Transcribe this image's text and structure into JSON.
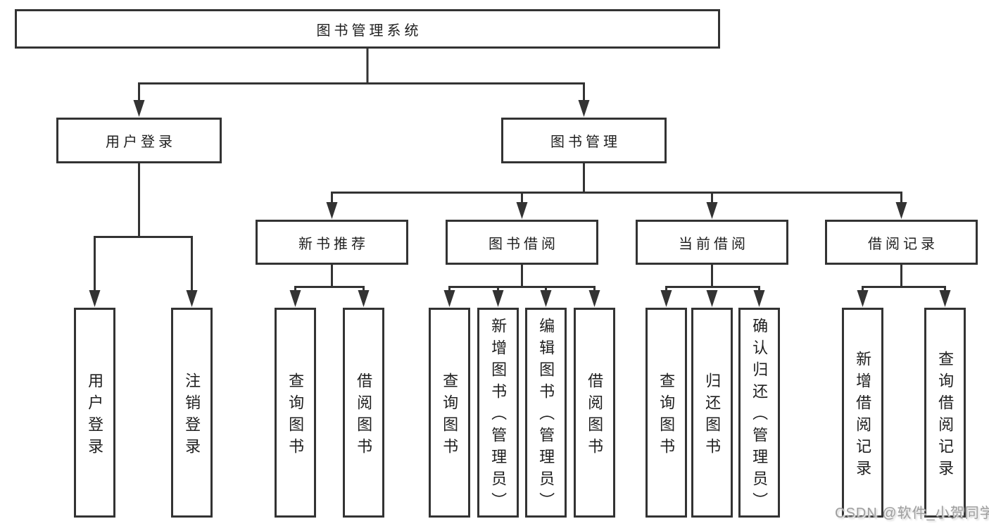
{
  "colors": {
    "line": "#333333",
    "node_border": "#333333",
    "text": "#1f1f1f",
    "watermark": "#9e9e9e",
    "background": "#ffffff"
  },
  "diagram": {
    "type": "hierarchy-tree",
    "root": {
      "label": "图书管理系统"
    },
    "branches": [
      {
        "label": "用户登录",
        "children": [
          {
            "label": "用户登录"
          },
          {
            "label": "注销登录"
          }
        ]
      },
      {
        "label": "图书管理",
        "children": [
          {
            "label": "新书推荐",
            "children": [
              {
                "label": "查询图书"
              },
              {
                "label": "借阅图书"
              }
            ]
          },
          {
            "label": "图书借阅",
            "children": [
              {
                "label": "查询图书"
              },
              {
                "label": "新增图书（管理员）"
              },
              {
                "label": "编辑图书（管理员）"
              },
              {
                "label": "借阅图书"
              }
            ]
          },
          {
            "label": "当前借阅",
            "children": [
              {
                "label": "查询图书"
              },
              {
                "label": "归还图书"
              },
              {
                "label": "确认归还（管理员）"
              }
            ]
          },
          {
            "label": "借阅记录",
            "children": [
              {
                "label": "新增借阅记录"
              },
              {
                "label": "查询借阅记录"
              }
            ]
          }
        ]
      }
    ]
  },
  "watermark": {
    "text": "CSDN @软件_小贺同学"
  }
}
